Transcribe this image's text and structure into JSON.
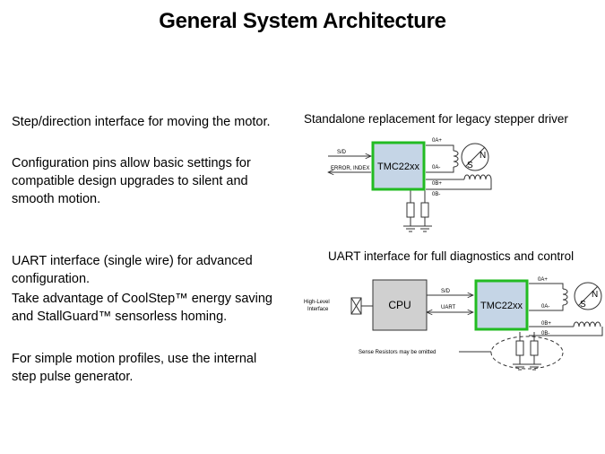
{
  "title": "General System Architecture",
  "left_text": {
    "p1": "Step/direction interface for moving the motor.",
    "p2": "Configuration pins allow basic settings for compatible design upgrades to silent and smooth motion.",
    "p3": "UART interface (single wire) for advanced configuration.",
    "p4": "Take advantage of CoolStep™ energy saving and StallGuard™ sensorless homing.",
    "p5": "For simple motion profiles, use the internal step pulse generator."
  },
  "diagram1": {
    "caption": "Standalone replacement for legacy stepper driver",
    "chip_label": "TMC22xx",
    "signal_sd": "S/D",
    "signal_error": "ERROR, INDEX",
    "pin_oa_plus": "0A+",
    "pin_oa_minus": "0A-",
    "pin_ob_plus": "0B+",
    "pin_ob_minus": "0B-",
    "motor_n": "N",
    "motor_s": "S"
  },
  "diagram2": {
    "caption": "UART interface for full diagnostics and control",
    "interface_label_line1": "High-Level",
    "interface_label_line2": "Interface",
    "cpu_label": "CPU",
    "chip_label": "TMC22xx",
    "signal_sd": "S/D",
    "signal_uart": "UART",
    "pin_oa_plus": "0A+",
    "pin_oa_minus": "0A-",
    "pin_ob_plus": "0B+",
    "pin_ob_minus": "0B-",
    "sense_note": "Sense Resistors may be omitted",
    "motor_n": "N",
    "motor_s": "S"
  },
  "colors": {
    "chip_fill": "#c5d5e6",
    "chip_border": "#22bb22",
    "cpu_fill": "#d0d0d0",
    "line": "#333333"
  }
}
